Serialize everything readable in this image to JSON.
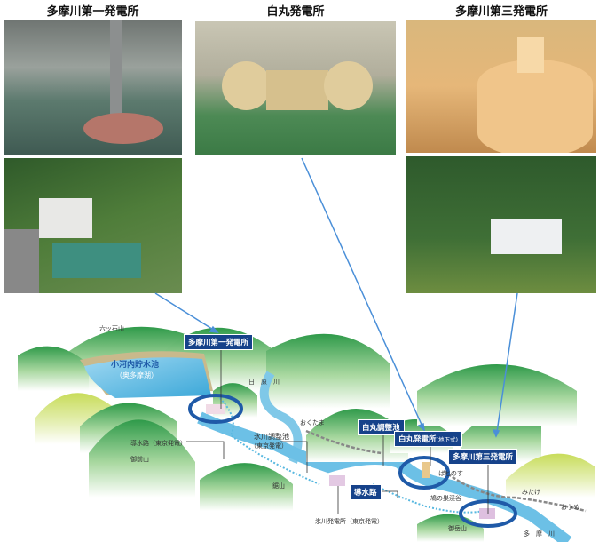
{
  "photos": {
    "first_station_title": "多摩川第一発電所",
    "shiromaru_title": "白丸発電所",
    "third_station_title": "多摩川第三発電所"
  },
  "map": {
    "mountains": {
      "mutsuishi": "六ッ石山",
      "gozen": "御前山",
      "nokogiri": "鋸山",
      "mitake": "御岳山"
    },
    "lake": {
      "name": "小河内貯水池",
      "alias": "（奥多摩湖）"
    },
    "rivers": {
      "nippara": "日　原　川",
      "tama": "多　摩　川"
    },
    "labels": {
      "first_station": "多摩川第一発電所",
      "headrace_tokyo": "導水路（東京発電）",
      "hikawa_pond": "氷川調整池",
      "hikawa_pond_owner": "（東京発電）",
      "shiromaru_pond": "白丸調整池",
      "shiromaru_station": "白丸発電所",
      "shiromaru_station_note": "(地下式)",
      "third_station": "多摩川第三発電所",
      "headrace": "導水路",
      "hikawa_station": "氷川発電所（東京発電）",
      "gorge": "鳩の巣渓谷"
    },
    "stations_rail": {
      "okutama": "おくたま",
      "hatonosu": "はとのす",
      "mitake": "みたけ",
      "oume": "おうめ"
    }
  }
}
